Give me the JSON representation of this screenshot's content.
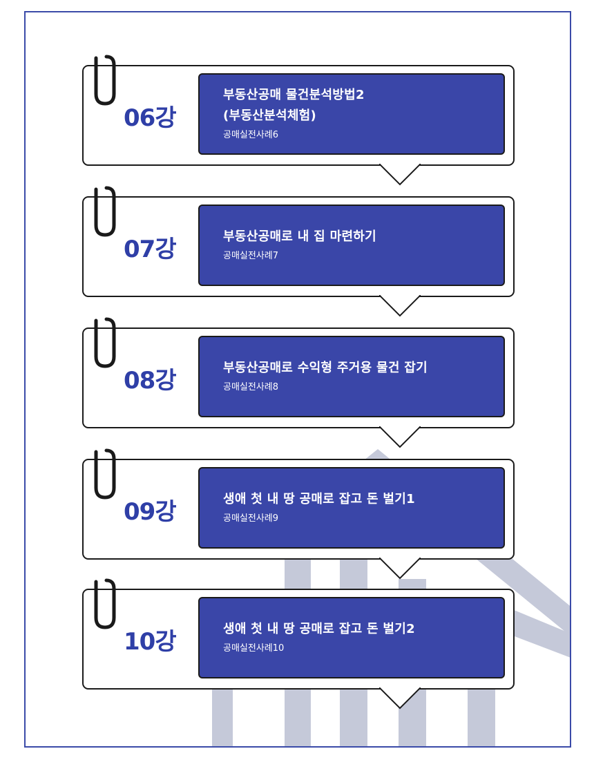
{
  "colors": {
    "accent": "#3a46a8",
    "number": "#2f3fa7",
    "frame": "#3a4aa8",
    "deco": "#c5c9d9"
  },
  "lectures": [
    {
      "number": "06강",
      "title_lines": [
        "부동산공매 물건분석방법2",
        "(부동산분석체험)"
      ],
      "subtitle": "공매실전사례6"
    },
    {
      "number": "07강",
      "title_lines": [
        "부동산공매로 내 집 마련하기"
      ],
      "subtitle": "공매실전사례7"
    },
    {
      "number": "08강",
      "title_lines": [
        "부동산공매로 수익형 주거용 물건 잡기"
      ],
      "subtitle": "공매실전사례8"
    },
    {
      "number": "09강",
      "title_lines": [
        "생애 첫 내 땅 공매로 잡고 돈 벌기1"
      ],
      "subtitle": "공매실전사례9"
    },
    {
      "number": "10강",
      "title_lines": [
        "생애 첫 내 땅 공매로 잡고 돈 벌기2"
      ],
      "subtitle": "공매실전사례10"
    }
  ]
}
